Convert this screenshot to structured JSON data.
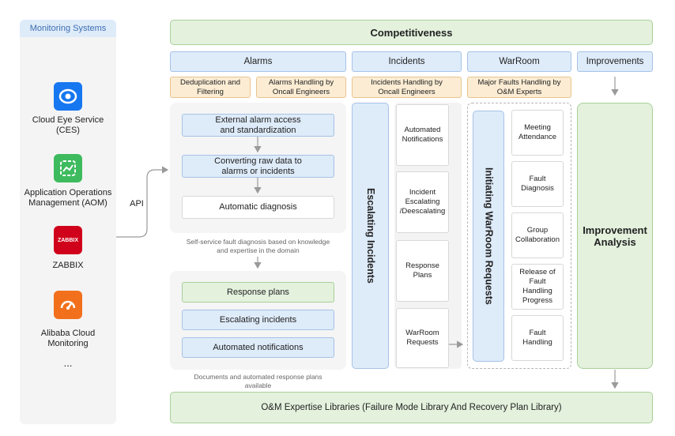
{
  "sidebar": {
    "title": "Monitoring Systems",
    "systems": [
      {
        "label": "Cloud Eye Service (CES)",
        "icon": "eye-icon",
        "color": "#1677f0"
      },
      {
        "label": "Application Operations Management (AOM)",
        "icon": "aom-icon",
        "color": "#3dbb5e"
      },
      {
        "label": "ZABBIX",
        "icon": "zabbix-logo",
        "color": "#d0021b",
        "logo_text": "ZABBIX"
      },
      {
        "label": "Alibaba Cloud Monitoring",
        "icon": "gauge-icon",
        "color": "#f2701b"
      }
    ],
    "more": "..."
  },
  "api_label": "API",
  "top_banner": "Competitiveness",
  "categories": {
    "alarms": "Alarms",
    "incidents": "Incidents",
    "warroom": "WarRoom",
    "improvements": "Improvements"
  },
  "handlers": {
    "dedup": "Deduplication and Filtering",
    "alarms_oncall": "Alarms Handling by Oncall Engineers",
    "incidents_oncall": "Incidents Handling by Oncall Engineers",
    "major_faults": "Major Faults Handling by O&M Experts"
  },
  "alarm_steps": [
    "External alarm access and standardization",
    "Converting raw data to alarms or incidents",
    "Automatic diagnosis"
  ],
  "self_service_note": "Self-service fault diagnosis based on knowledge and expertise in the domain",
  "response_items": [
    "Response plans",
    "Escalating incidents",
    "Automated notifications"
  ],
  "documents_note": "Documents and automated response plans available",
  "escalating_incidents": "Escalating Incidents",
  "incident_items": [
    "Automated Notifications",
    "Incident Escalating /Deescalating",
    "Response Plans",
    "WarRoom Requests"
  ],
  "initiating_warroom": "Initiating WarRoom Requests",
  "warroom_items": [
    "Meeting Attendance",
    "Fault Diagnosis",
    "Group Collaboration",
    "Release of Fault Handling Progress",
    "Fault Handling"
  ],
  "improvement_analysis": "Improvement Analysis",
  "bottom_banner": "O&M Expertise Libraries (Failure Mode Library And Recovery Plan Library)"
}
